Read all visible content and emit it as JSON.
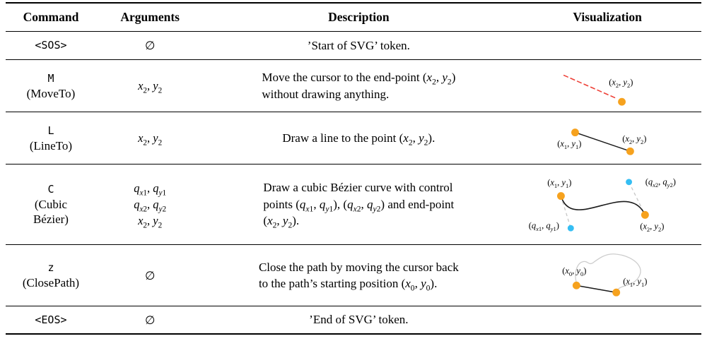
{
  "colors": {
    "point_orange": "#F6A21E",
    "control_cyan": "#35BEF3",
    "move_red": "#EE4037",
    "control_dash_gray": "#C6C6C6",
    "path_gray": "#CDCDCD",
    "ink": "#1A1A1A"
  },
  "header": {
    "command": "Command",
    "arguments": "Arguments",
    "description": "Description",
    "visualization": "Visualization"
  },
  "rows": [
    {
      "command": "<SOS>",
      "args": [
        "∅"
      ],
      "desc_lines": [
        "’Start of SVG’ token."
      ]
    },
    {
      "command": "M",
      "command_name": [
        "(MoveTo)"
      ],
      "args": [
        "$x_2, y_2$"
      ],
      "desc_lines": [
        "Move the cursor to the end-point $(x_2, y_2)$",
        "without drawing anything."
      ],
      "vis": {
        "end_label": "$(x_2, y_2)$"
      }
    },
    {
      "command": "L",
      "command_name": [
        "(LineTo)"
      ],
      "args": [
        "$x_2, y_2$"
      ],
      "desc_lines": [
        "Draw a line to the point $(x_2, y_2)$."
      ],
      "vis": {
        "start_label": "$(x_1, y_1)$",
        "end_label": "$(x_2, y_2)$"
      }
    },
    {
      "command": "C",
      "command_name": [
        "(Cubic",
        "Bézier)"
      ],
      "args": [
        "$q_{x1}, q_{y1}$",
        "$q_{x2}, q_{y2}$",
        "$x_2, y_2$"
      ],
      "desc_lines": [
        "Draw a cubic Bézier curve with control",
        "points $(q_{x1}, q_{y1})$, $(q_{x2}, q_{y2})$ and end-point",
        "$(x_2, y_2)$."
      ],
      "vis": {
        "start_label": "$(x_1, y_1)$",
        "control1_label": "$(q_{x1}, q_{y1})$",
        "control2_label": "$(q_{x2}, q_{y2})$",
        "end_label": "$(x_2, y_2)$"
      }
    },
    {
      "command": "z",
      "command_name": [
        "(ClosePath)"
      ],
      "args": [
        "∅"
      ],
      "desc_lines": [
        "Close the path by moving the cursor back",
        "to the path’s starting position $(x_0, y_0)$."
      ],
      "vis": {
        "start_label": "$(x_0, y_0)$",
        "end_label": "$(x_1, y_1)$"
      }
    },
    {
      "command": "<EOS>",
      "args": [
        "∅"
      ],
      "desc_lines": [
        "’End of SVG’ token."
      ]
    }
  ]
}
